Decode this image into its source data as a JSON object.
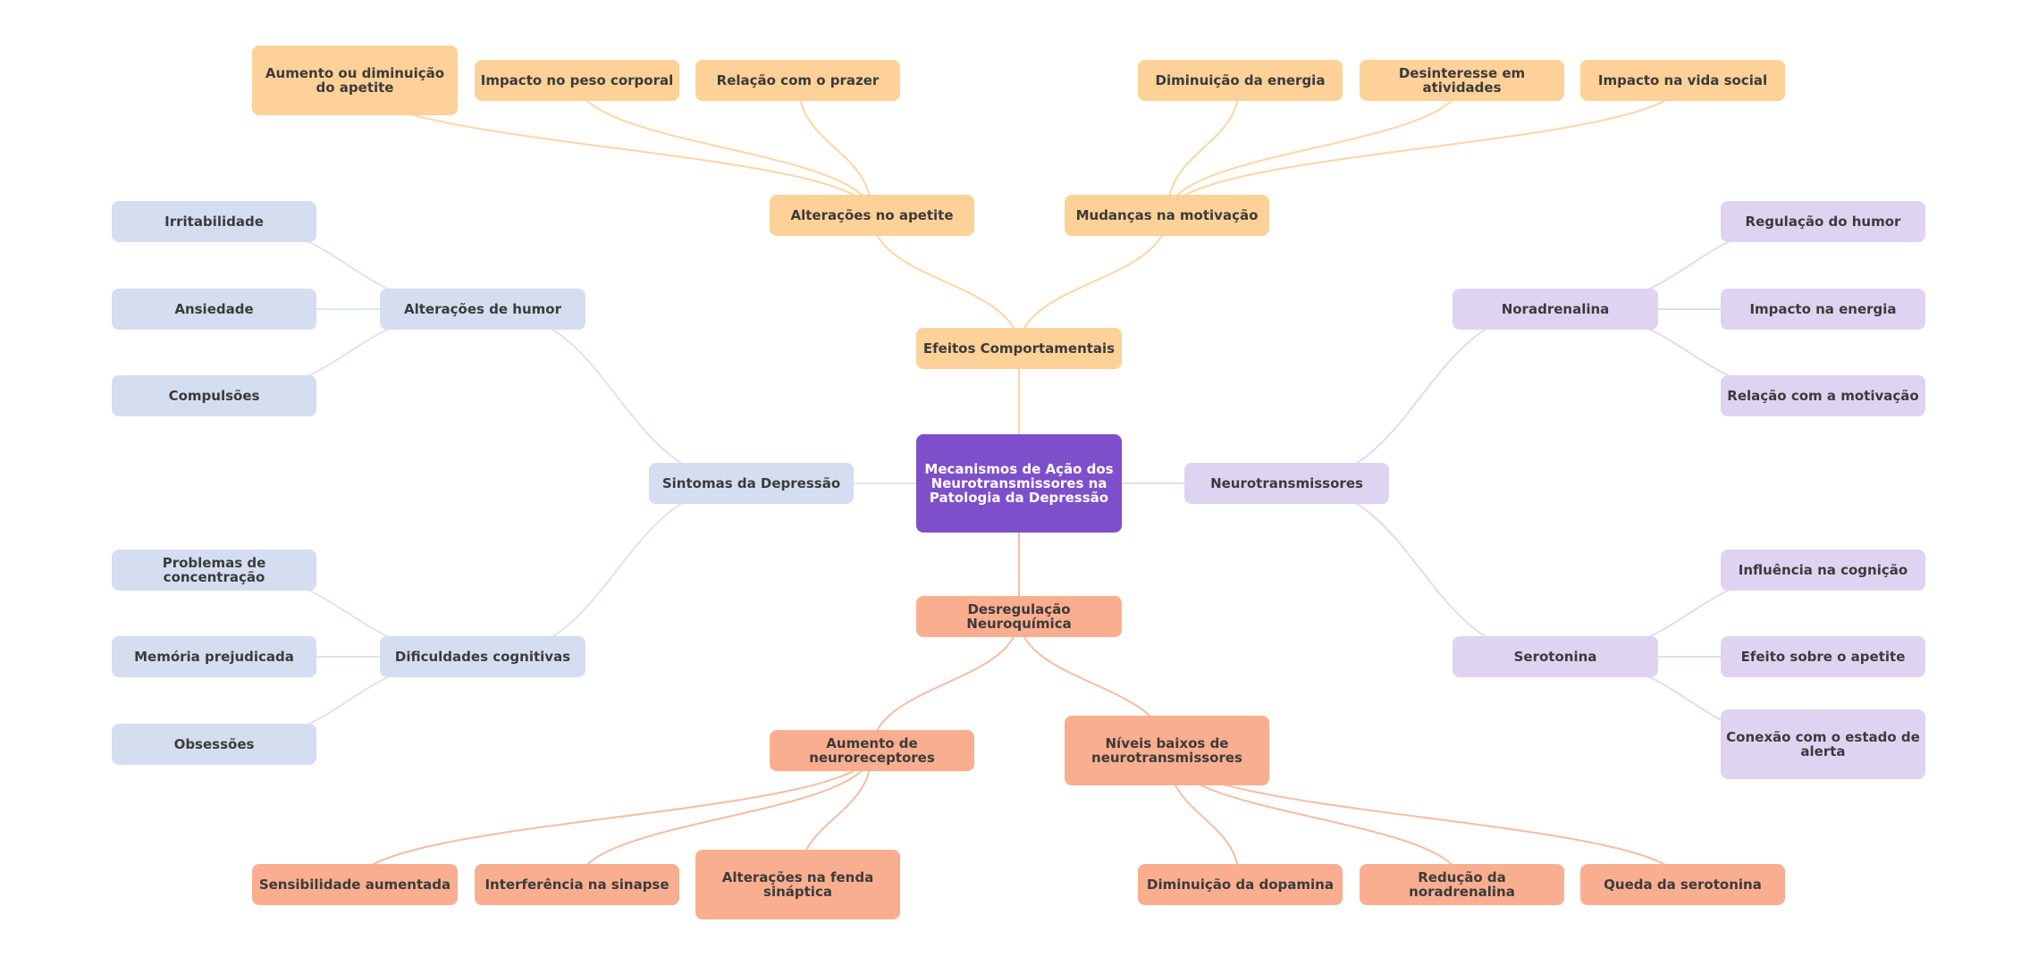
{
  "root": {
    "label": "Mecanismos de Ação dos Neurotransmissores na Patologia da Depressão"
  },
  "colors": {
    "root": "#7e4fcb",
    "efeitos": "#fdd197",
    "desregulacao": "#f9ae8f",
    "sintomas": "#d5ddf1",
    "neurotransmissores": "#ded4f1",
    "edge_efeitos": "#fcd6a4",
    "edge_desregulacao": "#f8bca3",
    "edge_sintomas": "#dde3f4",
    "edge_neuro": "#e2daf3"
  },
  "branches": {
    "efeitos": {
      "label": "Efeitos Comportamentais",
      "children": [
        {
          "label": "Alterações no apetite",
          "children": [
            "Aumento ou diminuição do apetite",
            "Impacto no peso corporal",
            "Relação com o prazer"
          ]
        },
        {
          "label": "Mudanças na motivação",
          "children": [
            "Diminuição da energia",
            "Desinteresse em atividades",
            "Impacto na vida social"
          ]
        }
      ]
    },
    "sintomas": {
      "label": "Sintomas da Depressão",
      "children": [
        {
          "label": "Alterações de humor",
          "children": [
            "Irritabilidade",
            "Ansiedade",
            "Compulsões"
          ]
        },
        {
          "label": "Dificuldades cognitivas",
          "children": [
            "Problemas de concentração",
            "Memória prejudicada",
            "Obsessões"
          ]
        }
      ]
    },
    "neuro": {
      "label": "Neurotransmissores",
      "children": [
        {
          "label": "Noradrenalina",
          "children": [
            "Regulação do humor",
            "Impacto na energia",
            "Relação com a motivação"
          ]
        },
        {
          "label": "Serotonina",
          "children": [
            "Influência na cognição",
            "Efeito sobre o apetite",
            "Conexão com o estado de alerta"
          ]
        }
      ]
    },
    "desregulacao": {
      "label": "Desregulação Neuroquímica",
      "children": [
        {
          "label": "Aumento de neuroreceptores",
          "children": [
            "Sensibilidade aumentada",
            "Interferência na sinapse",
            "Alterações na fenda sináptica"
          ]
        },
        {
          "label": "Níveis baixos de neurotransmissores",
          "children": [
            "Diminuição da dopamina",
            "Redução da noradrenalina",
            "Queda da serotonina"
          ]
        }
      ]
    }
  }
}
